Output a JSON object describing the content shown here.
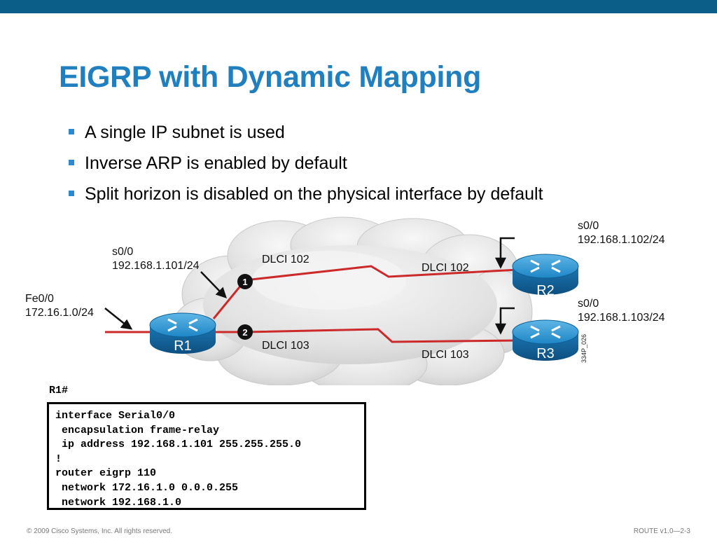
{
  "slide": {
    "title": "EIGRP with Dynamic Mapping",
    "bullets": [
      "A single IP subnet is used",
      "Inverse ARP is enabled by default",
      "Split horizon is disabled on the physical interface by default"
    ]
  },
  "diagram": {
    "r1": {
      "name": "R1",
      "serial_iface": "s0/0",
      "serial_ip": "192.168.1.101/24",
      "fe_iface": "Fe0/0",
      "fe_net": "172.16.1.0/24"
    },
    "r2": {
      "name": "R2",
      "iface": "s0/0",
      "ip": "192.168.1.102/24"
    },
    "r3": {
      "name": "R3",
      "iface": "s0/0",
      "ip": "192.168.1.103/24"
    },
    "pvc1": {
      "number": "1",
      "left_dlci": "DLCI 102",
      "right_dlci": "DLCI 102"
    },
    "pvc2": {
      "number": "2",
      "left_dlci": "DLCI 103",
      "right_dlci": "DLCI 103"
    },
    "figure_id": "334P_026",
    "colors": {
      "link": "#cc2a2a",
      "router": "#1a8ac8",
      "cloud": "#e6e6e6"
    }
  },
  "config": {
    "prompt": "R1#",
    "lines": [
      "interface Serial0/0",
      " encapsulation frame-relay",
      " ip address 192.168.1.101 255.255.255.0",
      "!",
      "router eigrp 110",
      " network 172.16.1.0 0.0.0.255",
      " network 192.168.1.0"
    ]
  },
  "footer": {
    "copyright": "© 2009 Cisco Systems, Inc. All rights reserved.",
    "course": "ROUTE v1.0—2-3"
  }
}
